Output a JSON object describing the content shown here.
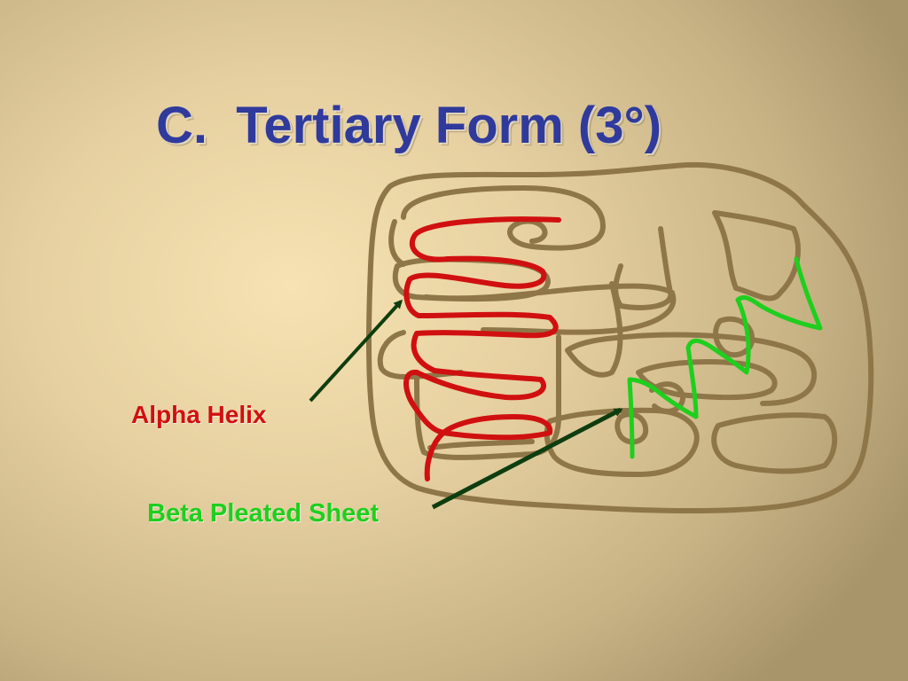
{
  "title": "C.  Tertiary Form (3°)",
  "labels": {
    "alpha": "Alpha Helix",
    "beta": "Beta Pleated Sheet"
  },
  "colors": {
    "title": "#2f3a9c",
    "alpha": "#d01010",
    "beta": "#1ecf1e",
    "protein_outline": "#8e7648",
    "arrow": "#0e3d0e"
  }
}
